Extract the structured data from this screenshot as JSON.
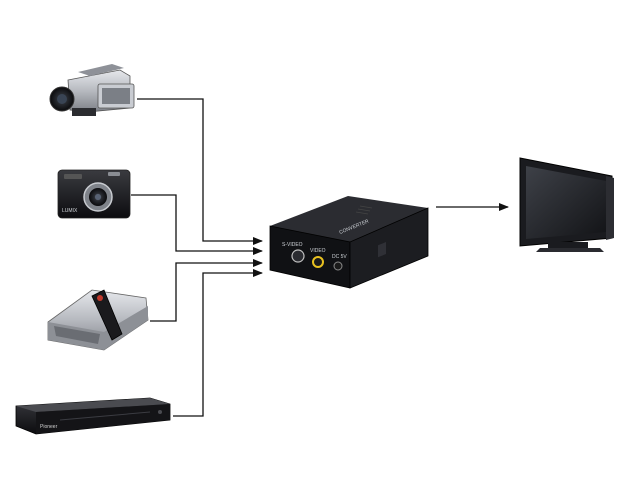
{
  "devices": {
    "camcorder": {
      "icon": "camcorder-icon"
    },
    "digital_camera": {
      "icon": "digital-camera-icon"
    },
    "set_top_box": {
      "icon": "set-top-box-icon"
    },
    "dvd_player": {
      "icon": "dvd-player-icon",
      "brand": "Pioneer"
    }
  },
  "converter": {
    "icon": "video-converter-icon",
    "top_label": "CONVERTER",
    "port_labels": [
      "S-VIDEO",
      "VIDEO",
      "DC 5V"
    ]
  },
  "display": {
    "icon": "tv-monitor-icon"
  },
  "colors": {
    "line": "#111111",
    "device_dark": "#1b1c20",
    "device_silver": "#b9bcc2",
    "converter_body": "#15161a",
    "rca_yellow": "#e8c120"
  }
}
